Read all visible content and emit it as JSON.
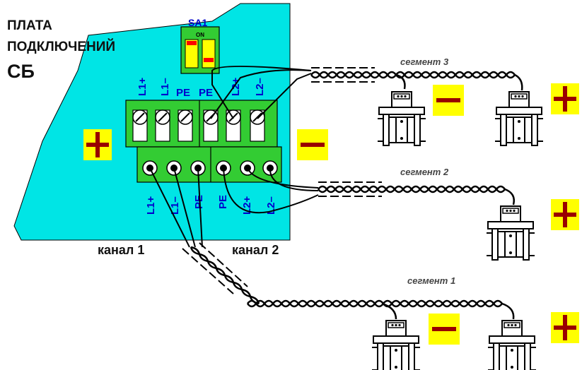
{
  "board": {
    "title_line1": "ПЛАТА",
    "title_line2": "ПОДКЛЮЧЕНИЙ",
    "title_line3": "СБ"
  },
  "switch": {
    "label": "SA1",
    "on_label": "ON"
  },
  "upper_terminals": [
    "L1+",
    "L1–",
    "PE",
    "PE",
    "L2+",
    "L2–"
  ],
  "lower_terminals": [
    "L1+",
    "L1–",
    "PE",
    "PE",
    "L2+",
    "L2–"
  ],
  "channels": {
    "channel1": "канал 1",
    "channel2": "канал 2"
  },
  "segments": {
    "s1": "сегмент 1",
    "s2": "сегмент 2",
    "s3": "сегмент 3"
  },
  "colors": {
    "board": "#00e5e5",
    "terminal": "#33cc33",
    "sign_bg": "#ffff00",
    "sign_fg": "#990000",
    "switch": "#33cc33",
    "switch_red": "#ff0000"
  },
  "icons": [
    "plus-sign-icon",
    "minus-sign-icon",
    "field-device-icon"
  ]
}
